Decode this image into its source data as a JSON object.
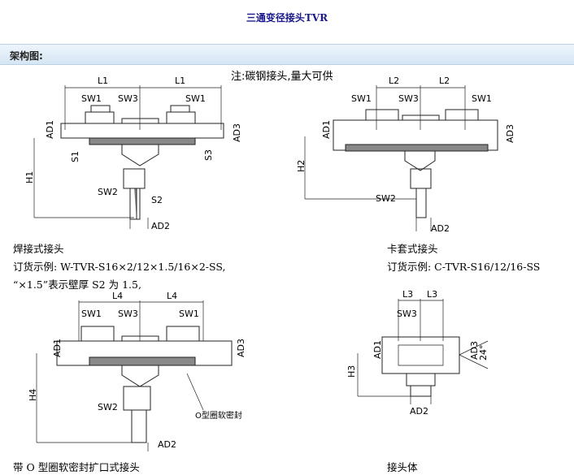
{
  "page": {
    "title": "三通变径接头TVR",
    "section": "架构图:",
    "note": "注:碳钢接头,量大可供"
  },
  "captions": {
    "weld_name": "焊接式接头",
    "weld_order": "订货示例: W-TVR-S16×2/12×1.5/16×2-SS,",
    "weld_remark": "“×1.5”表示壁厚 S2 为 1.5,",
    "ferrule_name": "卡套式接头",
    "ferrule_order": "订货示例: C-TVR-S16/12/16-SS",
    "oring_name": "带 O 型圈软密封扩口式接头",
    "body_name": "接头体"
  },
  "labels": {
    "L1": "L1",
    "L2": "L2",
    "L3": "L3",
    "L4": "L4",
    "SW1": "SW1",
    "SW2": "SW2",
    "SW3": "SW3",
    "AD1": "AD1",
    "AD2": "AD2",
    "AD3": "AD3",
    "S1": "S1",
    "S2": "S2",
    "S3": "S3",
    "H1": "H1",
    "H2": "H2",
    "H3": "H3",
    "H4": "H4",
    "oring": "O型圈软密封",
    "angle": "24°"
  }
}
